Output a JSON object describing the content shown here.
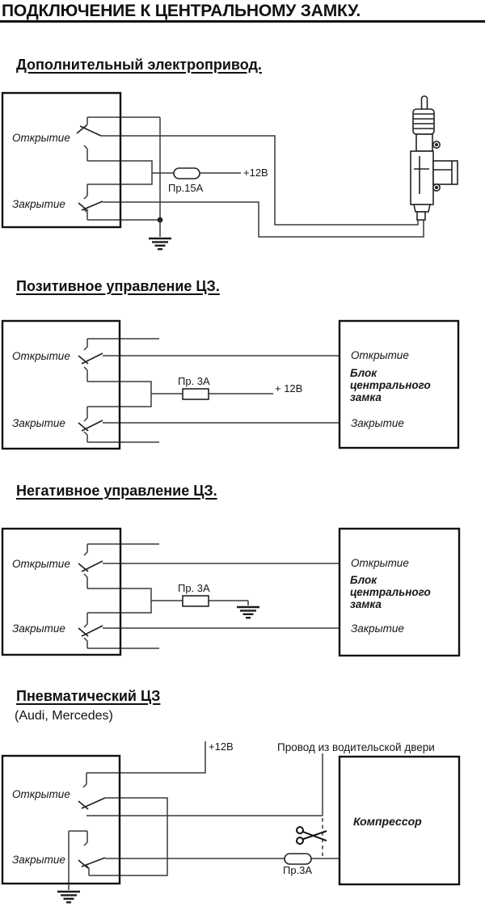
{
  "header": {
    "title": "ПОДКЛЮЧЕНИЕ К ЦЕНТРАЛЬНОМУ ЗАМКУ."
  },
  "section1": {
    "heading": "Дополнительный электропривод.",
    "relay": {
      "open_label": "Открытие",
      "close_label": "Закрытие"
    },
    "fuse_label": "Пр.15А",
    "power_label": "+12В"
  },
  "section2": {
    "heading": "Позитивное управление ЦЗ.",
    "relay": {
      "open_label": "Открытие",
      "close_label": "Закрытие"
    },
    "fuse_label": "Пр. 3А",
    "power_label": "+ 12В",
    "unit": {
      "open_label": "Открытие",
      "name": "Блок\nцентрального\nзамка",
      "close_label": "Закрытие"
    }
  },
  "section3": {
    "heading": "Негативное управление ЦЗ.",
    "relay": {
      "open_label": "Открытие",
      "close_label": "Закрытие"
    },
    "fuse_label": "Пр. 3А",
    "unit": {
      "open_label": "Открытие",
      "name": "Блок\nцентрального\nзамка",
      "close_label": "Закрытие"
    }
  },
  "section4": {
    "heading": "Пневматический ЦЗ",
    "subtitle": "(Audi, Mercedes)",
    "relay": {
      "open_label": "Открытие",
      "close_label": "Закрытие"
    },
    "power_label": "+12В",
    "door_wire_note": "Провод из водительской двери",
    "fuse_label": "Пр.3А",
    "unit_name": "Компрессор"
  },
  "colors": {
    "ink": "#161616",
    "wire": "#3a3a3a",
    "background": "#ffffff"
  }
}
